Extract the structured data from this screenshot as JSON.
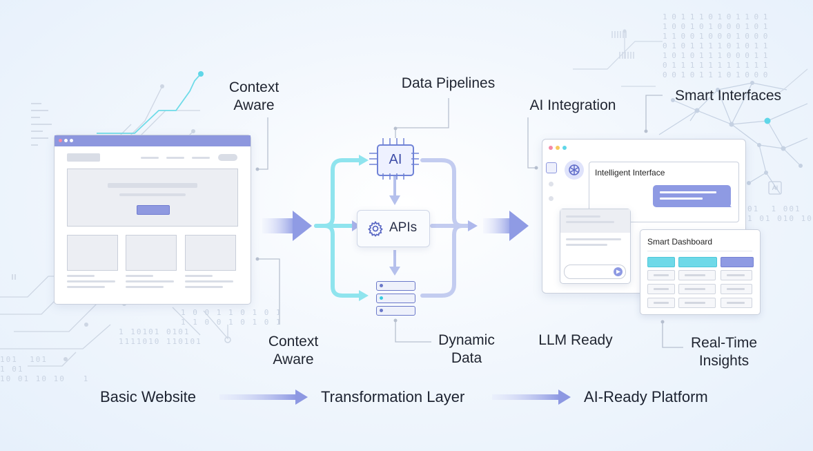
{
  "stages": {
    "basic": "Basic Website",
    "transform": "Transformation Layer",
    "platform": "AI-Ready Platform"
  },
  "labels": {
    "context_aware_top": [
      "Context",
      "Aware"
    ],
    "context_aware_bottom": [
      "Context",
      "Aware"
    ],
    "data_pipelines": "Data Pipelines",
    "dynamic_data": [
      "Dynamic",
      "Data"
    ],
    "ai_integration": "AI Integration",
    "smart_interfaces": "Smart Interfaces",
    "llm_ready": "LLM Ready",
    "real_time_insights": [
      "Real-Time",
      "Insights"
    ]
  },
  "middle": {
    "chip_label": "AI",
    "apis_label": "APIs"
  },
  "platform": {
    "intelligent_interface_title": "Intelligent Interface",
    "smart_dashboard_title": "Smart Dashboard",
    "mini_chip_label": "AI"
  },
  "binary": {
    "left_block": "1 10101 0101\n1111010 110101",
    "left_edge": "101  101\n1 01\n10 01 10 10   1",
    "right_block": "1 0 0 1 1 0 1 0 1\n1 1 0 0 1 0 1 0 1",
    "top_right": "1 0 1 1 1 0 1 0 1 1 0 1\n1 0 0 1 0 1 0 0 0 1 0 1\n1 1 0 0 1 0 0 0 1 0 0 0\n0 1 0 1 1 1 1 0 1 0 1 1\n1 0 1 0 1 1 1 0 0 0 1 1\n0 1 1 1 1 1 1 1 1 1 1 1\n0 0 1 0 1 1 1 0 1 0 0 0",
    "far_right": "01  1 001\n1 01 010 10"
  },
  "colors": {
    "accent_purple": "#8d97de",
    "accent_cyan": "#5fd6e8",
    "arrow_blue": "#9aa6ea"
  }
}
